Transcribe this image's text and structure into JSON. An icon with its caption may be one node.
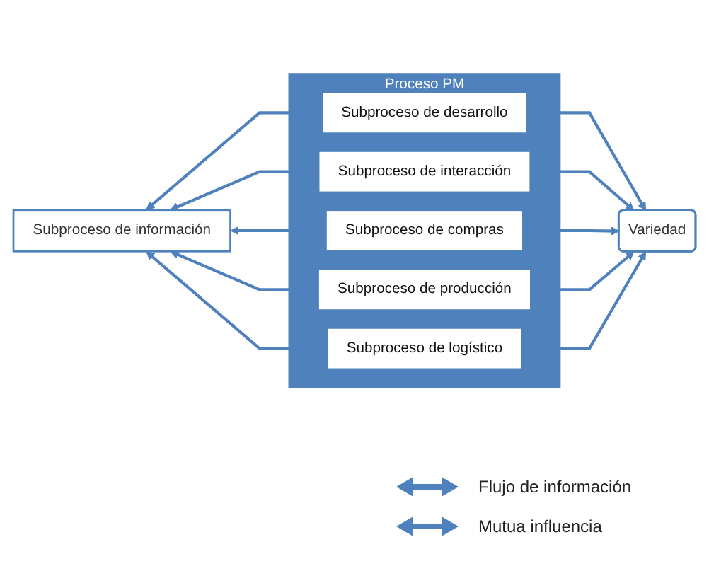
{
  "diagram": {
    "nodes": [
      {
        "text": [
          "Proceso PM"
        ]
      },
      {
        "text": [
          "Subproceso de desarrollo"
        ],
        "in": 0
      },
      {
        "text": [
          "Subproceso de interacción"
        ],
        "in": 0
      },
      {
        "text": [
          "Subproceso de compras"
        ],
        "in": 0
      },
      {
        "text": [
          "Subproceso de producción"
        ],
        "in": 0
      },
      {
        "text": [
          "Subproceso de logístico"
        ],
        "in": 0
      },
      {
        "text": [
          "Subproceso de información"
        ]
      },
      {
        "text": [
          "Variedad"
        ]
      }
    ],
    "edges": [
      {
        "from": 6,
        "to": 1,
        "arrow": "both"
      },
      {
        "from": 6,
        "to": 2,
        "arrow": "both"
      },
      {
        "from": 6,
        "to": 3,
        "arrow": "both"
      },
      {
        "from": 6,
        "to": 4,
        "arrow": "both"
      },
      {
        "from": 6,
        "to": 5,
        "arrow": "both"
      },
      {
        "from": 1,
        "to": 7,
        "arrow": "both"
      },
      {
        "from": 2,
        "to": 7,
        "arrow": "both"
      },
      {
        "from": 3,
        "to": 7,
        "arrow": "both"
      },
      {
        "from": 4,
        "to": 7,
        "arrow": "both"
      },
      {
        "from": 5,
        "to": 7,
        "arrow": "both"
      }
    ],
    "legend": [
      {
        "text": "Flujo de información"
      },
      {
        "text": "Mutua influencia"
      }
    ]
  }
}
